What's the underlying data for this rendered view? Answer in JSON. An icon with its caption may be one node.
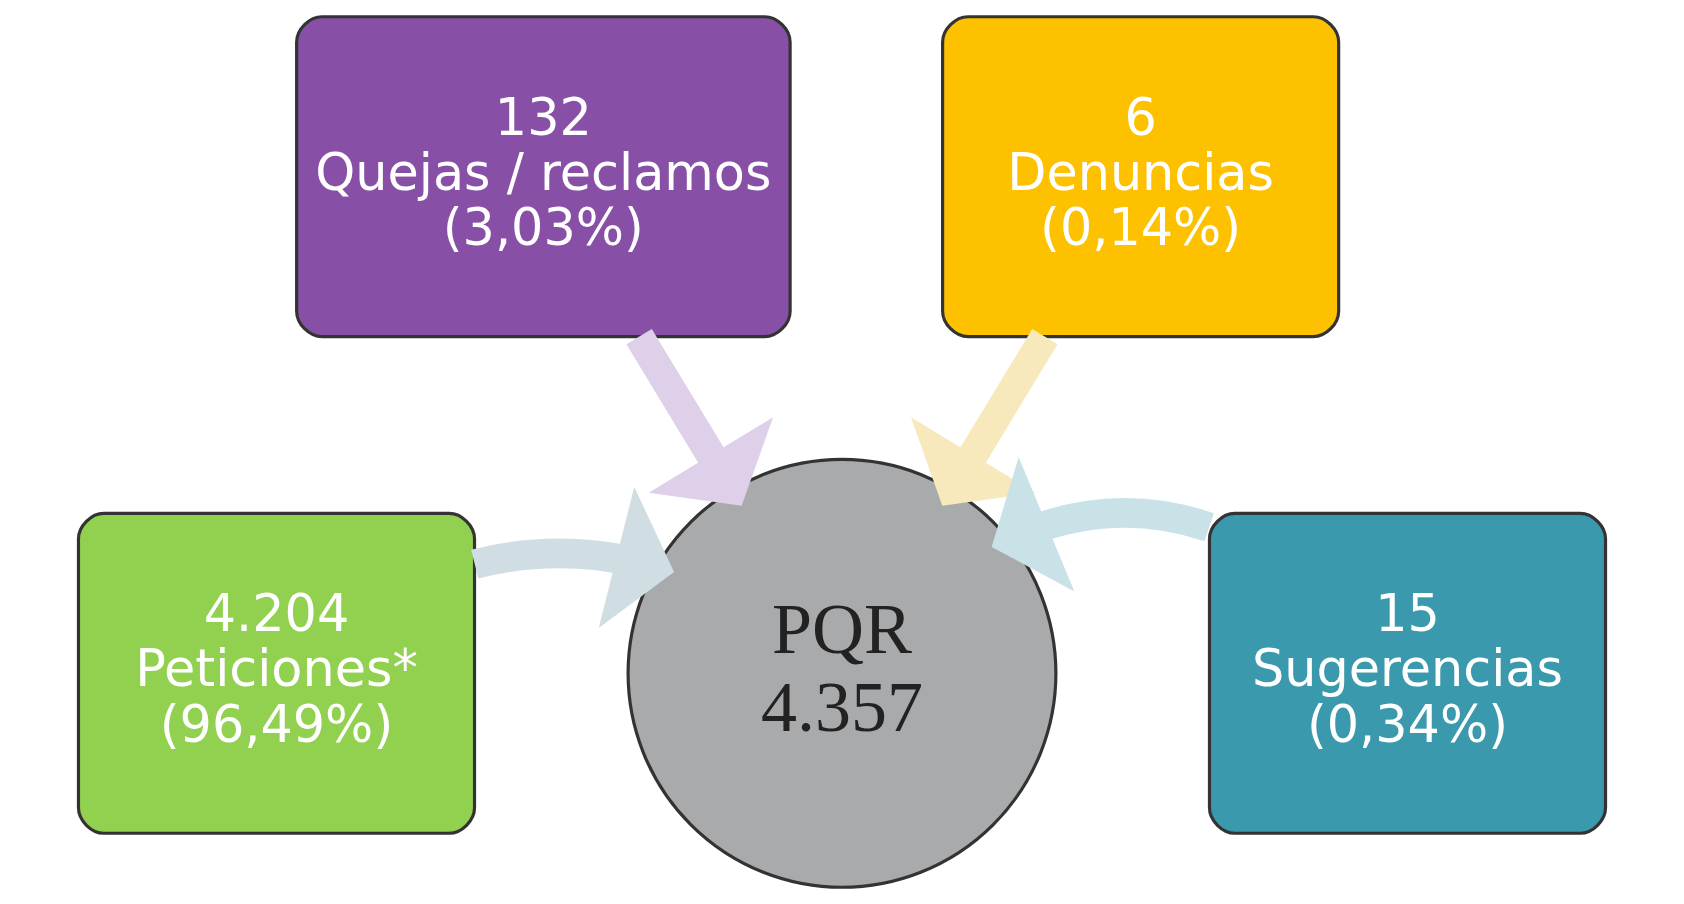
{
  "diagram": {
    "nodes": [
      {
        "text": [
          "132",
          "Quejas / reclamos",
          "(3,03%)"
        ]
      },
      {
        "text": [
          "6",
          "Denuncias",
          "(0,14%)"
        ]
      },
      {
        "text": [
          "4.204",
          "Peticiones*",
          "(96,49%)"
        ]
      },
      {
        "text": [
          "PQR",
          "4.357"
        ]
      },
      {
        "text": [
          "15",
          "Sugerencias",
          "(0,34%)"
        ]
      }
    ],
    "edges": [
      {
        "from": 0,
        "to": 3,
        "arrow": "to",
        "color": "#ddd0e8"
      },
      {
        "from": 1,
        "to": 3,
        "arrow": "to",
        "color": "#f7e9bb"
      },
      {
        "from": 2,
        "to": 3,
        "arrow": "to",
        "color": "#d0dde2"
      },
      {
        "from": 4,
        "to": 3,
        "arrow": "to",
        "color": "#c9e2e8"
      }
    ]
  }
}
